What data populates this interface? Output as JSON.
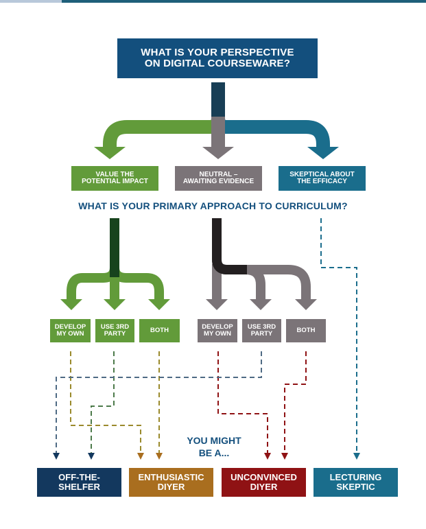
{
  "main_question": "WHAT IS YOUR PERSPECTIVE\nON DIGITAL COURSEWARE?",
  "perspectives": [
    {
      "label": "VALUE THE\nPOTENTIAL IMPACT",
      "color": "#629b3a"
    },
    {
      "label": "NEUTRAL –\nAWAITING EVIDENCE",
      "color": "#7b7478"
    },
    {
      "label": "SKEPTICAL ABOUT\nTHE EFFICACY",
      "color": "#1a6d8c"
    }
  ],
  "curriculum_question": "WHAT IS YOUR PRIMARY APPROACH TO CURRICULUM?",
  "green_options": [
    {
      "label": "DEVELOP\nMY OWN"
    },
    {
      "label": "USE 3RD\nPARTY"
    },
    {
      "label": "BOTH"
    }
  ],
  "gray_options": [
    {
      "label": "DEVELOP\nMY OWN"
    },
    {
      "label": "USE 3RD\nPARTY"
    },
    {
      "label": "BOTH"
    }
  ],
  "you_might_be": "YOU MIGHT\nBE A...",
  "results": [
    {
      "label": "OFF-THE-\nSHELFER",
      "color": "#13385e"
    },
    {
      "label": "ENTHUSIASTIC\nDIYER",
      "color": "#a96e1f"
    },
    {
      "label": "UNCONVINCED\nDIYER",
      "color": "#8f1214"
    },
    {
      "label": "LECTURING\nSKEPTIC",
      "color": "#1a6d8c"
    }
  ]
}
